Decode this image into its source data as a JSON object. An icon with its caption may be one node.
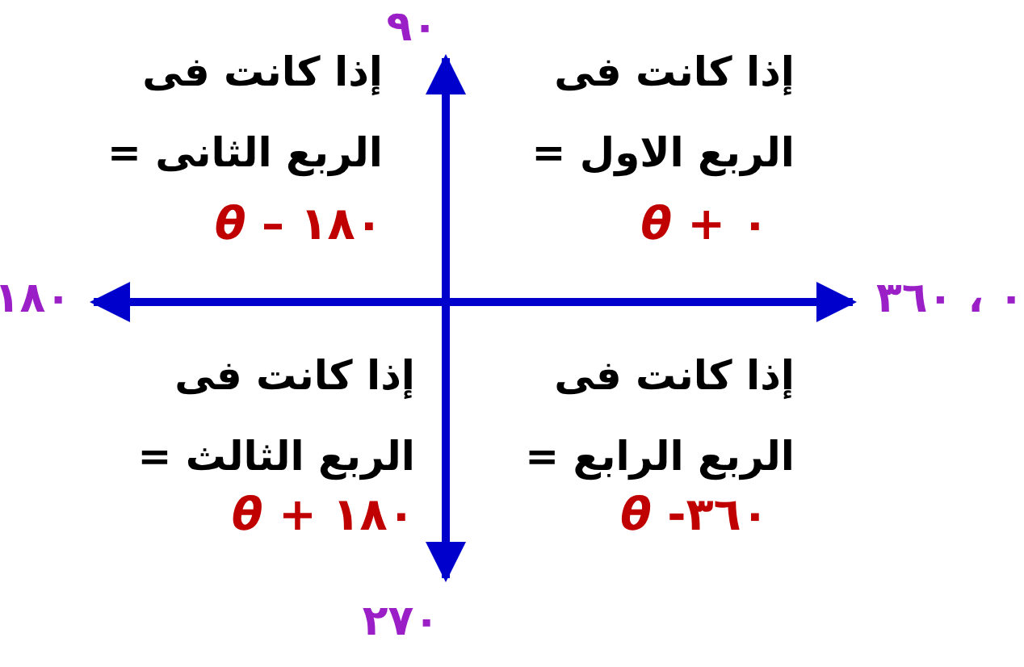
{
  "diagram": {
    "labels": [
      "٩٠",
      "إذا كانت فى الربع الاول =",
      "*θ* + ٠",
      "إذا كانت فى الربع الثانى =",
      "*θ* – ١٨٠",
      "٣٦٠ ، ٠",
      "١٨٠",
      "إذا كانت فى الربع الرابع =",
      "*θ* -٣٦٠",
      "إذا كانت فى الربع الثالث =",
      "*θ* + ١٨٠",
      "٢٧٠"
    ]
  }
}
